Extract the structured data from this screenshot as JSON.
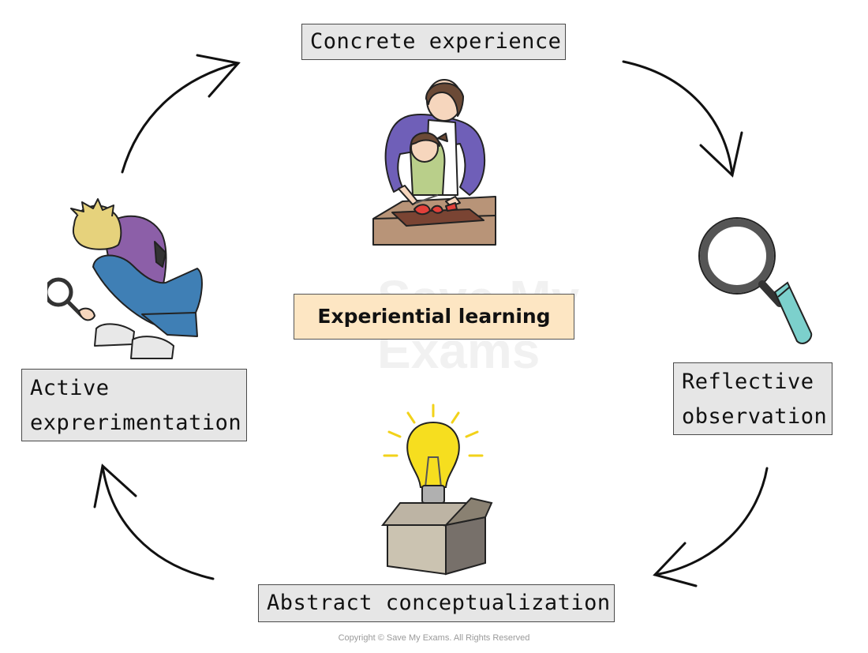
{
  "diagram": {
    "center_label": "Experiential learning",
    "stages": {
      "concrete": "Concrete experience",
      "reflective": [
        "Reflective",
        "observation"
      ],
      "abstract": "Abstract conceptualization",
      "active": [
        "Active",
        "exprerimentation"
      ]
    }
  },
  "watermark": [
    "Save My",
    "Exams"
  ],
  "copyright": "Copyright © Save My Exams. All Rights Reserved",
  "colors": {
    "label_box_bg": "#e6e6e6",
    "center_box_bg": "#fde6c3",
    "bulb_yellow": "#f6de1f",
    "box_brown": "#8a8172",
    "hoodie_purple": "#8c5fa8",
    "jeans_blue": "#3f7fb5",
    "mother_top": "#6f5fb8",
    "tomato_red": "#e2403a"
  },
  "icons": [
    "cycle-arrow-icon",
    "magnifying-glass-icon",
    "light-bulb-icon",
    "cooking-illustration",
    "investigating-child-illustration"
  ]
}
